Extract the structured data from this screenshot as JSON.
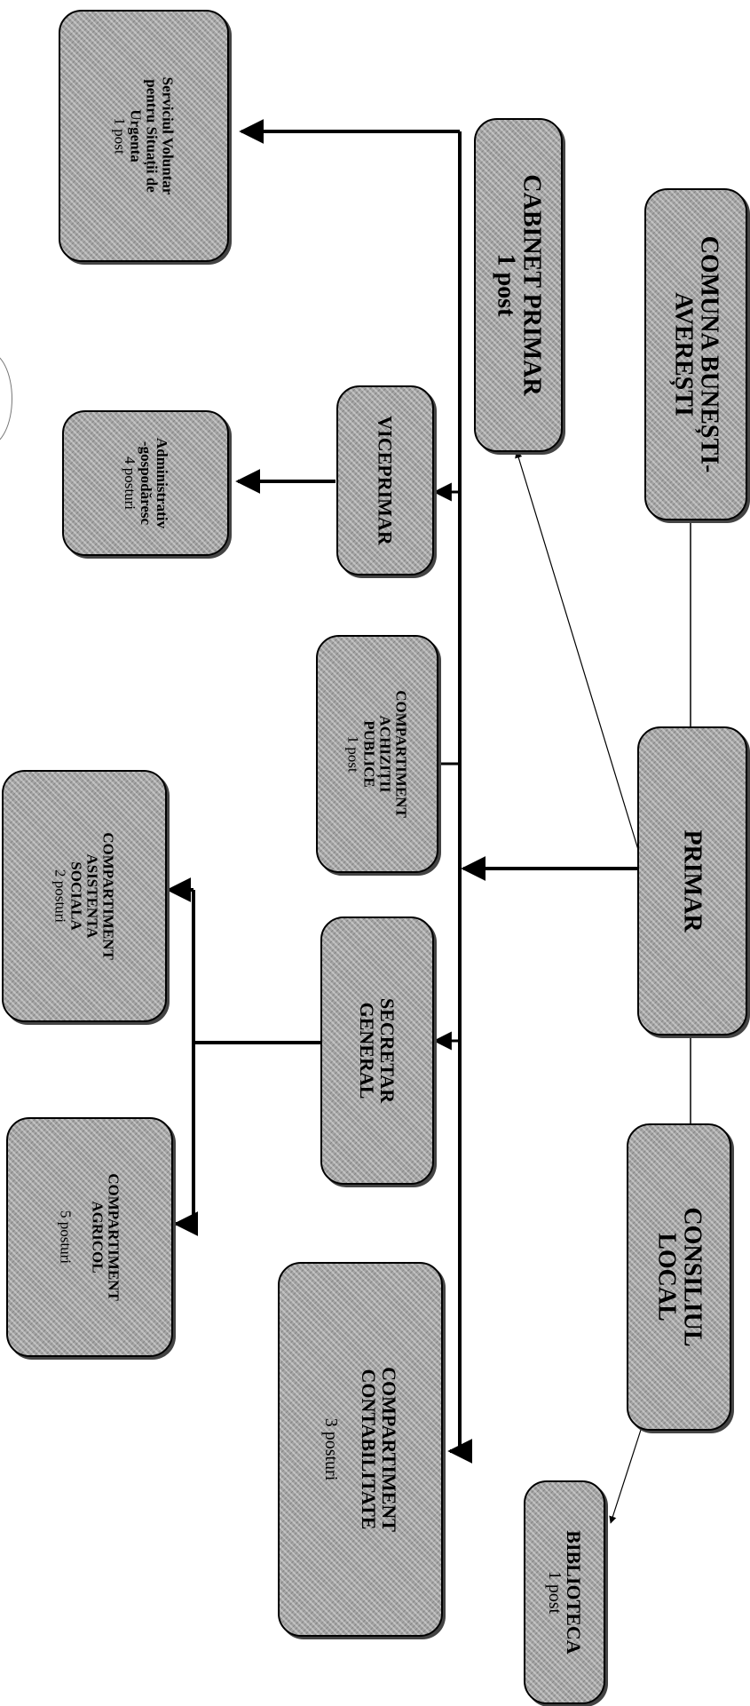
{
  "nodes": {
    "comuna": {
      "title": "COMUNA BUNEȘTI-\nAVEREȘTI",
      "subtitle": ""
    },
    "primar": {
      "title": "PRIMAR",
      "subtitle": ""
    },
    "consiliul": {
      "title": "CONSILIUL\nLOCAL",
      "subtitle": ""
    },
    "cabinet": {
      "title": "CABINET PRIMAR\n1 post",
      "subtitle": ""
    },
    "biblioteca": {
      "title": "BIBLIOTECA",
      "subtitle": "1 post"
    },
    "viceprimar": {
      "title": "VICEPRIMAR",
      "subtitle": ""
    },
    "achizitii": {
      "title": "COMPARTIMENT\nACHIZIȚII\nPUBLICE",
      "subtitle": "1 post"
    },
    "secretar": {
      "title": "SECRETAR\nGENERAL",
      "subtitle": ""
    },
    "contabilitate": {
      "title": "COMPARTIMENT\nCONTABILITATE",
      "subtitle": "\n3 posturi"
    },
    "svsu": {
      "title": "Serviciul Voluntar\npentru Situații de\nUrgenta",
      "subtitle": "1 post"
    },
    "administrativ": {
      "title": "Administrativ\n-gospodăresc",
      "subtitle": "4 posturi"
    },
    "asistenta": {
      "title": "COMPARTIMENT\nASISTENTA\nSOCIALA",
      "subtitle": "2 posturi"
    },
    "agricol": {
      "title": "COMPARTIMENT\nAGRICOL",
      "subtitle": "\n5 posturi"
    }
  }
}
